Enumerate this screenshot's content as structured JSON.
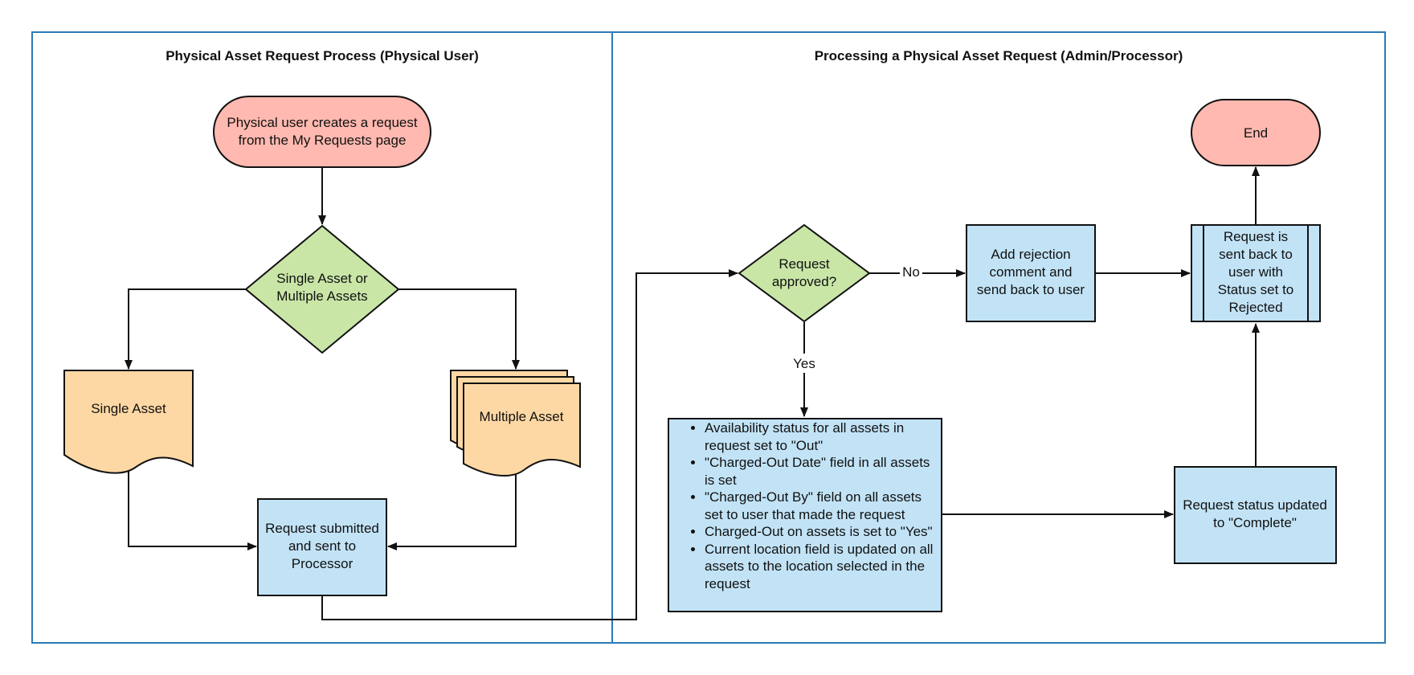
{
  "lanes": [
    {
      "title": "Physical Asset Request Process (Physical User)"
    },
    {
      "title": "Processing a Physical Asset Request (Admin/Processor)"
    }
  ],
  "nodes": {
    "start": {
      "lines": [
        "Physical user creates a request",
        "from the My Requests page"
      ]
    },
    "asset_decision": {
      "lines": [
        "Single Asset or",
        "Multiple Assets"
      ]
    },
    "single_asset": {
      "lines": [
        "Single Asset"
      ]
    },
    "multiple_asset": {
      "lines": [
        "Multiple Asset"
      ]
    },
    "submitted": {
      "lines": [
        "Request submitted",
        "and sent to",
        "Processor"
      ]
    },
    "approved_decision": {
      "lines": [
        "Request",
        "approved?"
      ]
    },
    "rejection_comment": {
      "lines": [
        "Add rejection",
        "comment and",
        "send back to user"
      ]
    },
    "sent_back": {
      "lines": [
        "Request is",
        "sent back to",
        "user with",
        "Status set to",
        "Rejected"
      ]
    },
    "end": {
      "lines": [
        "End"
      ]
    },
    "approval_actions": {
      "items": [
        "Availability status for all assets in request set to \"Out\"",
        "\"Charged-Out Date\" field in all assets is set",
        "\"Charged-Out By\" field on all assets set to user that made the request",
        "Charged-Out on assets is set to \"Yes\"",
        "Current location field is updated on all assets to the location selected in the request"
      ]
    },
    "status_complete": {
      "lines": [
        "Request status updated",
        "to \"Complete\""
      ]
    }
  },
  "edge_labels": {
    "no": "No",
    "yes": "Yes"
  },
  "colors": {
    "terminal": "#ffb9b0",
    "decision": "#c9e6a7",
    "document": "#fed8a4",
    "process": "#c2e3f6",
    "lane_border": "#2a7ab8",
    "line": "#111111"
  }
}
